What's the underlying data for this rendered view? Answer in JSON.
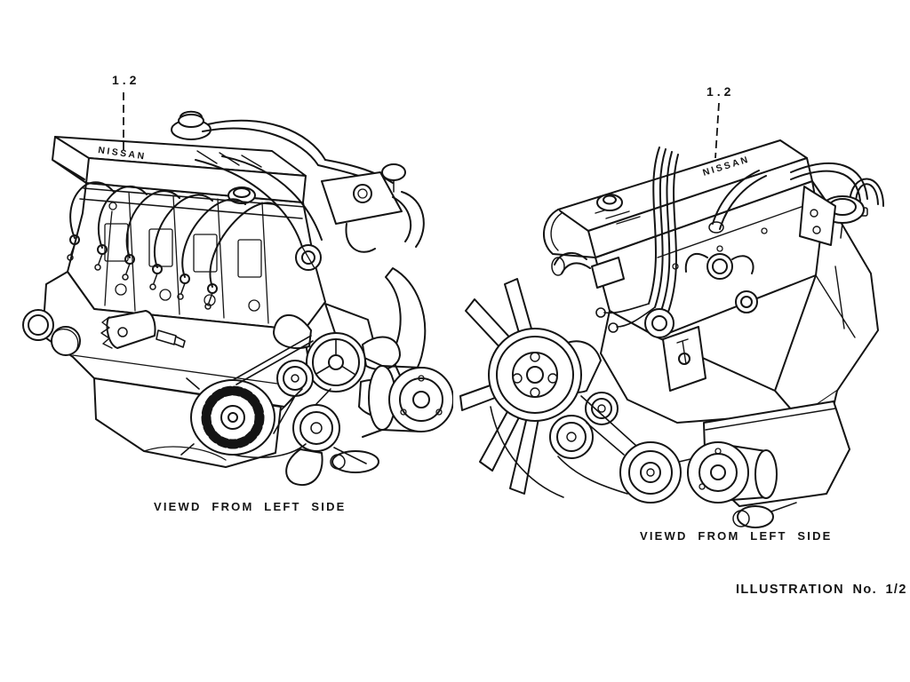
{
  "colors": {
    "paper": "#ffffff",
    "ink": "#141414"
  },
  "figures": [
    {
      "part_label": "1.2",
      "caption": "VIEWD FROM LEFT SIDE",
      "engine_brand_text": "NISSAN"
    },
    {
      "part_label": "1.2",
      "caption": "VIEWD FROM LEFT SIDE",
      "engine_brand_text": "NISSAN"
    }
  ],
  "footer": {
    "illustration_number": "ILLUSTRATION No. 1/2"
  }
}
